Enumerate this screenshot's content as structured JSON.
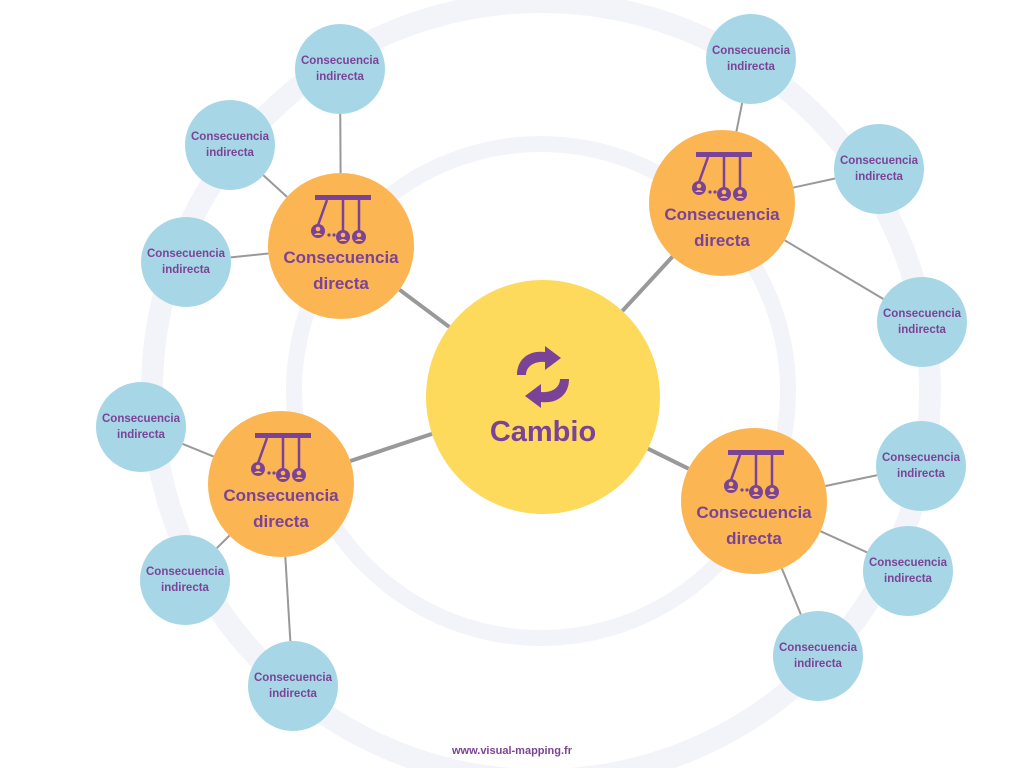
{
  "colors": {
    "center": "#FDDA5C",
    "direct": "#FBB553",
    "indirect": "#A7D7E6",
    "text": "#7B4397",
    "connector": "#999999",
    "ring": "#F3F4F9"
  },
  "icons": {
    "center": "refresh-arrows-icon",
    "direct": "newtons-cradle-icon"
  },
  "center": {
    "label": "Cambio"
  },
  "clusters": [
    {
      "direct": {
        "label": "Consecuencia\ndirecta"
      },
      "indirect": [
        {
          "label": "Consecuencia\nindirecta"
        },
        {
          "label": "Consecuencia\nindirecta"
        },
        {
          "label": "Consecuencia\nindirecta"
        }
      ]
    },
    {
      "direct": {
        "label": "Consecuencia\ndirecta"
      },
      "indirect": [
        {
          "label": "Consecuencia\nindirecta"
        },
        {
          "label": "Consecuencia\nindirecta"
        },
        {
          "label": "Consecuencia\nindirecta"
        }
      ]
    },
    {
      "direct": {
        "label": "Consecuencia\ndirecta"
      },
      "indirect": [
        {
          "label": "Consecuencia\nindirecta"
        },
        {
          "label": "Consecuencia\nindirecta"
        },
        {
          "label": "Consecuencia\nindirecta"
        }
      ]
    },
    {
      "direct": {
        "label": "Consecuencia\ndirecta"
      },
      "indirect": [
        {
          "label": "Consecuencia\nindirecta"
        },
        {
          "label": "Consecuencia\nindirecta"
        },
        {
          "label": "Consecuencia\nindirecta"
        }
      ]
    }
  ],
  "footer": {
    "text": "www.visual-mapping.fr"
  }
}
